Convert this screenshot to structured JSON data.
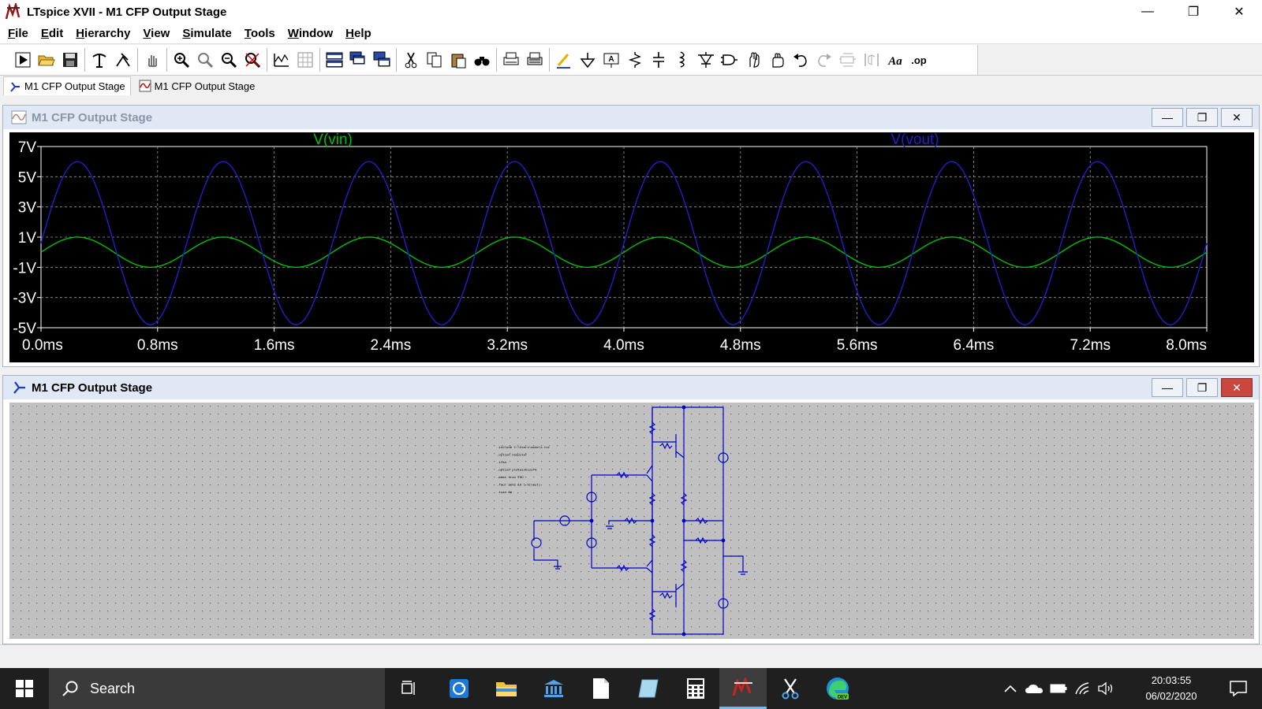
{
  "window": {
    "title": "LTspice XVII - M1 CFP Output Stage",
    "min": "—",
    "max": "❐",
    "close": "✕"
  },
  "menu": [
    "File",
    "Edit",
    "Hierarchy",
    "View",
    "Simulate",
    "Tools",
    "Window",
    "Help"
  ],
  "toolbar": {
    "icons": [
      "run-icon",
      "open-icon",
      "save-icon",
      "control-panel-icon",
      "halt-icon",
      "pan-icon",
      "zoom-in-icon",
      "zoom-area-icon",
      "zoom-out-icon",
      "zoom-fit-icon",
      "autorange-icon",
      "grid-icon",
      "tile-horizontal-icon",
      "cascade-icon",
      "tile-vertical-icon",
      "cut-icon",
      "copy-icon",
      "paste-icon",
      "find-icon",
      "print-icon",
      "print-setup-icon",
      "draw-wire-icon",
      "ground-icon",
      "label-net-icon",
      "resistor-icon",
      "capacitor-icon",
      "inductor-icon",
      "diode-icon",
      "component-icon",
      "move-icon",
      "drag-icon",
      "undo-icon",
      "redo-icon",
      "rotate-icon",
      "mirror-icon",
      "text-icon",
      "spice-directive-icon"
    ],
    "text_label": "Aa",
    "op_label": ".op"
  },
  "tabs": [
    {
      "label": "M1 CFP Output Stage",
      "icon": "schematic-icon",
      "active": true
    },
    {
      "label": "M1 CFP Output Stage",
      "icon": "waveform-icon",
      "active": false
    }
  ],
  "waveform_window": {
    "title": "M1 CFP Output Stage",
    "ctrl_min": "—",
    "ctrl_max": "❐",
    "ctrl_close": "✕"
  },
  "chart_data": {
    "type": "line",
    "title": "",
    "xlabel": "",
    "ylabel": "",
    "x_ticks": [
      "0.0ms",
      "0.8ms",
      "1.6ms",
      "2.4ms",
      "3.2ms",
      "4.0ms",
      "4.8ms",
      "5.6ms",
      "6.4ms",
      "7.2ms",
      "8.0ms"
    ],
    "y_ticks": [
      "7V",
      "5V",
      "3V",
      "1V",
      "-1V",
      "-3V",
      "-5V"
    ],
    "xlim": [
      0,
      8.0
    ],
    "x_unit": "ms",
    "ylim": [
      -5,
      7
    ],
    "y_unit": "V",
    "grid": true,
    "legend": "top",
    "background": "#000000",
    "series": [
      {
        "name": "V(vin)",
        "color": "#00c000",
        "frequency_khz": 1.0,
        "amplitude_v": 1.0,
        "offset_v": 0.0,
        "phase_deg": 0,
        "shape": "sine"
      },
      {
        "name": "V(vout)",
        "color": "#2020c8",
        "frequency_khz": 1.0,
        "amplitude_v": 5.4,
        "offset_v": 0.6,
        "phase_deg": 0,
        "shape": "sine"
      }
    ]
  },
  "schematic_window": {
    "title": "M1 CFP Output Stage",
    "ctrl_min": "—",
    "ctrl_max": "❐",
    "ctrl_close": "✕",
    "background": "#c0c0c0",
    "wire_color": "#0000c8",
    "directive_lines": [
      ".include C:\\Users\\models.txt",
      ".option noopiter",
      ".tran",
      ".option plotwinsize=0",
      ".meas tran THD",
      ".four 1kHz 10 1 V(vout)",
      ".tran 8m"
    ]
  },
  "taskbar": {
    "search_placeholder": "Search",
    "time": "20:03:55",
    "date": "06/02/2020",
    "apps": [
      "task-view-icon",
      "sync-icon",
      "file-explorer-icon",
      "bank-icon",
      "file-icon",
      "notepad-icon",
      "calculator-icon",
      "ltspice-icon",
      "snipping-tool-icon",
      "edge-dev-icon"
    ],
    "tray": [
      "chevron-up-icon",
      "onedrive-icon",
      "battery-icon",
      "wifi-icon",
      "volume-icon"
    ]
  }
}
